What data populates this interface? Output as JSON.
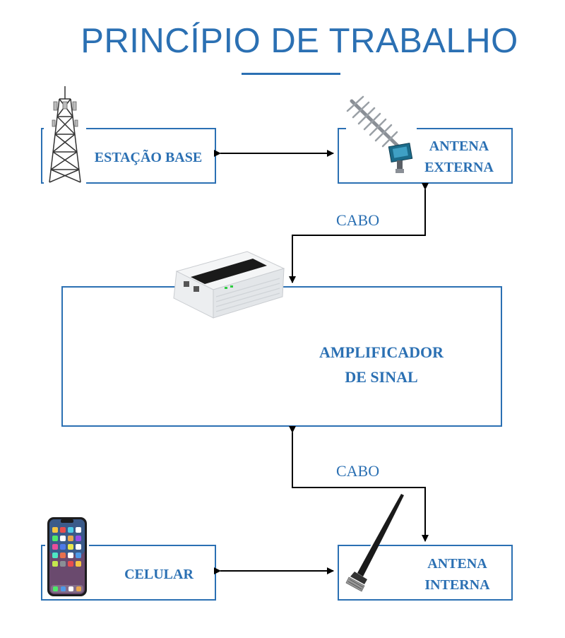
{
  "title": "PRINCÍPIO DE TRABALHO",
  "nodes": {
    "base_station": {
      "label": "ESTAÇÃO BASE"
    },
    "external_antenna": {
      "label_line1": "ANTENA",
      "label_line2": "EXTERNA"
    },
    "amplifier": {
      "label_line1": "AMPLIFICADOR",
      "label_line2": "DE SINAL"
    },
    "cellphone": {
      "label": "CELULAR"
    },
    "internal_antenna": {
      "label_line1": "ANTENA",
      "label_line2": "INTERNA"
    }
  },
  "edges": {
    "cable_top": {
      "label": "CABO"
    },
    "cable_bottom": {
      "label": "CABO"
    }
  },
  "colors": {
    "accent": "#2b70b3",
    "connector": "#000000"
  },
  "icons": {
    "base_station": "cell-tower-icon",
    "external_antenna": "yagi-antenna-icon",
    "amplifier": "signal-booster-device-icon",
    "cellphone": "smartphone-icon",
    "internal_antenna": "rubber-duck-antenna-icon"
  }
}
